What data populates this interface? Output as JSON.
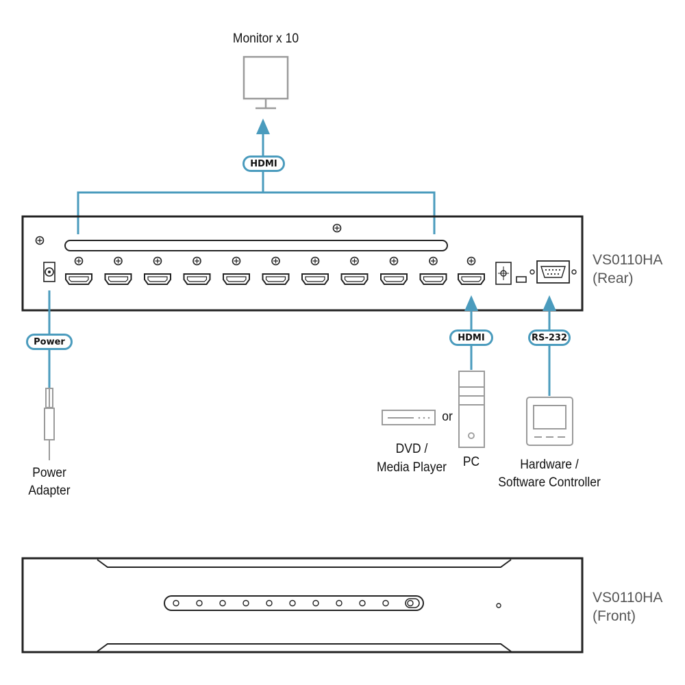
{
  "monitor": {
    "label": "Monitor x 10"
  },
  "connections": {
    "hdmi_output": "HDMI",
    "hdmi_input": "HDMI",
    "power": "Power",
    "rs232": "RS-232"
  },
  "devices": {
    "power_adapter": {
      "line1": "Power",
      "line2": "Adapter"
    },
    "dvd_player": {
      "line1": "DVD /",
      "line2": "Media Player"
    },
    "or_text": "or",
    "pc": "PC",
    "controller": {
      "line1": "Hardware /",
      "line2": "Software Controller"
    }
  },
  "units": {
    "rear": {
      "model": "VS0110HA",
      "view": "(Rear)",
      "hdmi_output_port_count": 10
    },
    "front": {
      "model": "VS0110HA",
      "view": "(Front)",
      "led_count": 10
    }
  },
  "colors": {
    "connector_blue": "#4a9bbd",
    "outline": "#222222",
    "device_grey": "#9a9a9a"
  },
  "icons": [
    "monitor-icon",
    "power-jack-icon",
    "hdmi-port-icon",
    "dip-switch-icon",
    "rs232-port-icon",
    "power-adapter-icon",
    "dvd-player-icon",
    "pc-tower-icon",
    "controller-icon"
  ]
}
